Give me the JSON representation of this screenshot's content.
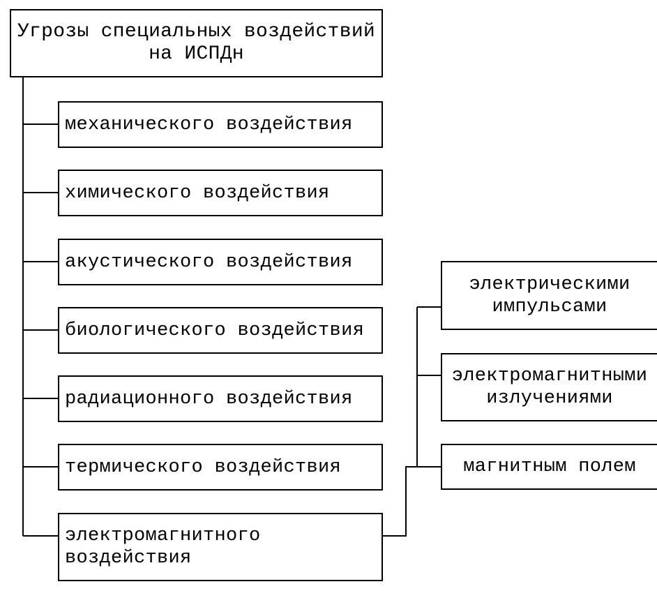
{
  "diagram": {
    "root": {
      "label": "Угрозы специальных воздействий\nна ИСПДн"
    },
    "children": [
      {
        "label": "механического воздействия"
      },
      {
        "label": "химического воздействия"
      },
      {
        "label": "акустического воздействия"
      },
      {
        "label": "биологического воздействия"
      },
      {
        "label": "радиационного воздействия"
      },
      {
        "label": "термического воздействия"
      },
      {
        "label": "электромагнитного\nвоздействия"
      }
    ],
    "sub_children": [
      {
        "label": "электрическими\nимпульсами"
      },
      {
        "label": "электромагнитными\nизлучениями"
      },
      {
        "label": "магнитным полем"
      }
    ],
    "colors": {
      "line": "#000000",
      "background": "#ffffff"
    }
  }
}
